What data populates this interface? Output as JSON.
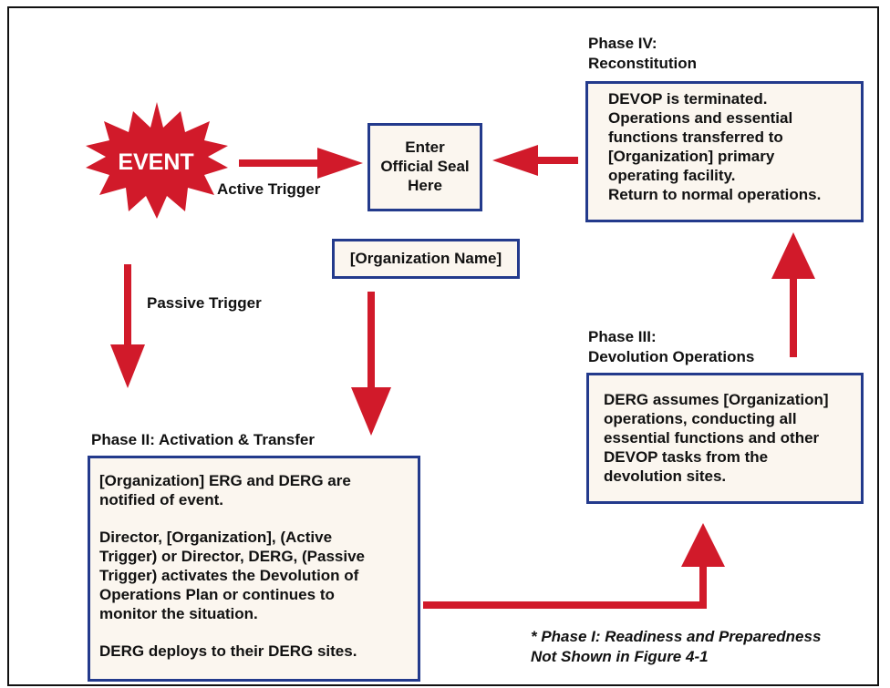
{
  "colors": {
    "arrow": "#d11a2a",
    "burst": "#d11a2a",
    "box_border": "#233a8c",
    "box_fill": "#fbf6ef"
  },
  "event": {
    "label": "EVENT"
  },
  "seal_box": {
    "lines": [
      "Enter",
      "Official Seal",
      "Here"
    ]
  },
  "org_name_box": {
    "text": "[Organization Name]"
  },
  "triggers": {
    "active": "Active Trigger",
    "passive": "Passive Trigger"
  },
  "phase2": {
    "title": "Phase II:  Activation & Transfer",
    "paragraphs": [
      "[Organization] ERG and DERG are\nnotified of event.",
      "Director, [Organization], (Active\nTrigger) or Director, DERG, (Passive\nTrigger) activates the Devolution of\nOperations Plan or continues to\nmonitor the situation.",
      "DERG deploys to their DERG sites."
    ]
  },
  "phase3": {
    "title_lines": [
      "Phase III:",
      "Devolution Operations"
    ],
    "body": "DERG assumes [Organization]\noperations, conducting all\nessential functions and other\nDEVOP tasks from the\ndevolution sites."
  },
  "phase4": {
    "title_lines": [
      "Phase IV:",
      "Reconstitution"
    ],
    "body": "DEVOP is terminated.\nOperations and essential\nfunctions transferred to\n[Organization] primary\noperating facility.\nReturn to normal operations."
  },
  "footnote": {
    "lines": [
      "* Phase I:  Readiness and Preparedness",
      "Not Shown in Figure 4-1"
    ]
  }
}
